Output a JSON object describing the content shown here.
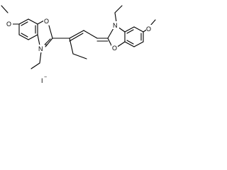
{
  "molecule": {
    "left_unit": {
      "methoxy_oxygen": "O",
      "ring_oxygen": "O",
      "ring_nitrogen": "N",
      "nitrogen_charge": "+"
    },
    "right_unit": {
      "methoxy_oxygen": "O",
      "ring_oxygen": "O",
      "ring_nitrogen": "N"
    },
    "counter_ion": "I",
    "counter_ion_charge": "−"
  }
}
